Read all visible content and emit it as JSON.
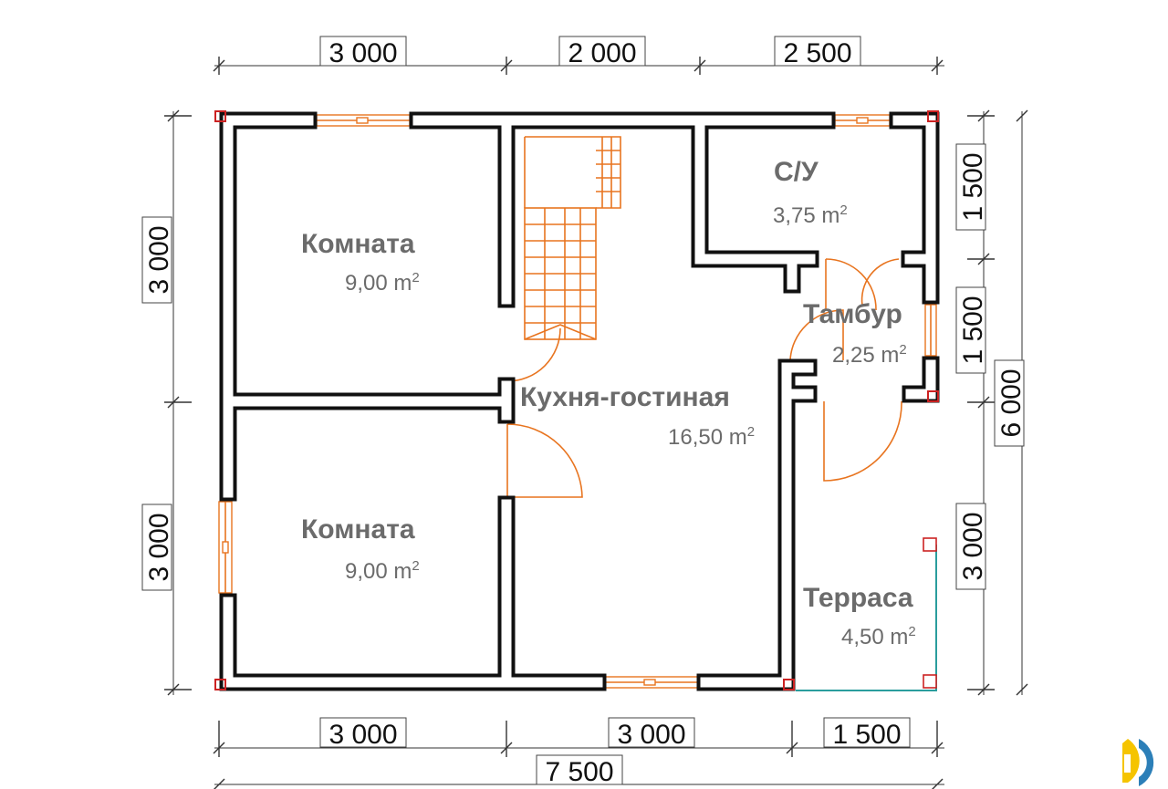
{
  "dimensions": {
    "top": [
      "3 000",
      "2 000",
      "2 500"
    ],
    "bottom": [
      "3 000",
      "3 000",
      "1 500"
    ],
    "total_width": "7 500",
    "left": [
      "3 000",
      "3 000"
    ],
    "right": [
      "1 500",
      "1 500",
      "3 000"
    ],
    "total_height": "6 000"
  },
  "rooms": [
    {
      "name": "Комната",
      "area": "9,00 m"
    },
    {
      "name": "Комната",
      "area": "9,00 m"
    },
    {
      "name": "С/У",
      "area": "3,75 m"
    },
    {
      "name": "Тамбур",
      "area": "2,25 m"
    },
    {
      "name": "Кухня-гостиная",
      "area": "16,50 m"
    },
    {
      "name": "Терраса",
      "area": "4,50 m"
    }
  ],
  "area_unit_sup": "2",
  "colors": {
    "wall": "#111111",
    "window": "#e8741f",
    "terrace_rail": "#2a9d9d",
    "corner_mark": "#cc2222",
    "room_label": "#6b6b6b",
    "logo_yellow": "#f5c400",
    "logo_blue": "#2c7fb8"
  },
  "logo_icon": "brand-logo-icon"
}
